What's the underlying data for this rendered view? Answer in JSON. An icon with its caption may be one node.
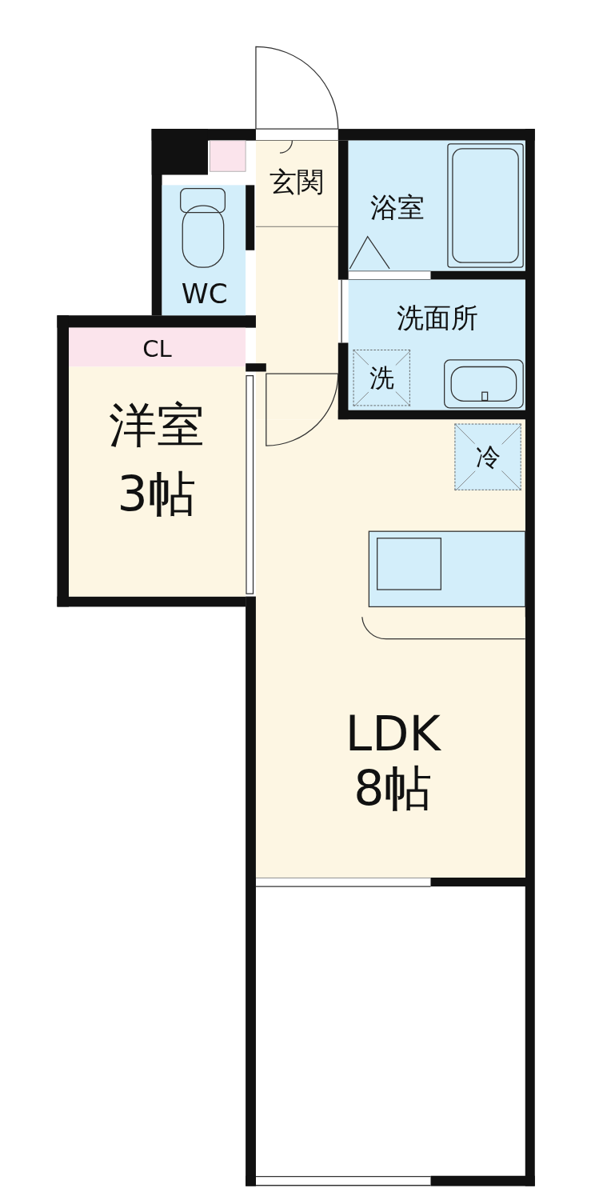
{
  "diagram": {
    "nodes": [
      {
        "text": [
          "玄関"
        ]
      },
      {
        "text": [
          "浴室"
        ]
      },
      {
        "text": [
          "WC"
        ]
      },
      {
        "text": [
          "洗面所"
        ]
      },
      {
        "text": [
          "洗"
        ],
        "in": 3
      },
      {
        "text": [
          "CL"
        ]
      },
      {
        "text": [
          "洋室",
          "3帖"
        ]
      },
      {
        "text": [
          "LDK",
          "8帖"
        ]
      },
      {
        "text": [
          "冷"
        ],
        "in": 7
      }
    ]
  }
}
